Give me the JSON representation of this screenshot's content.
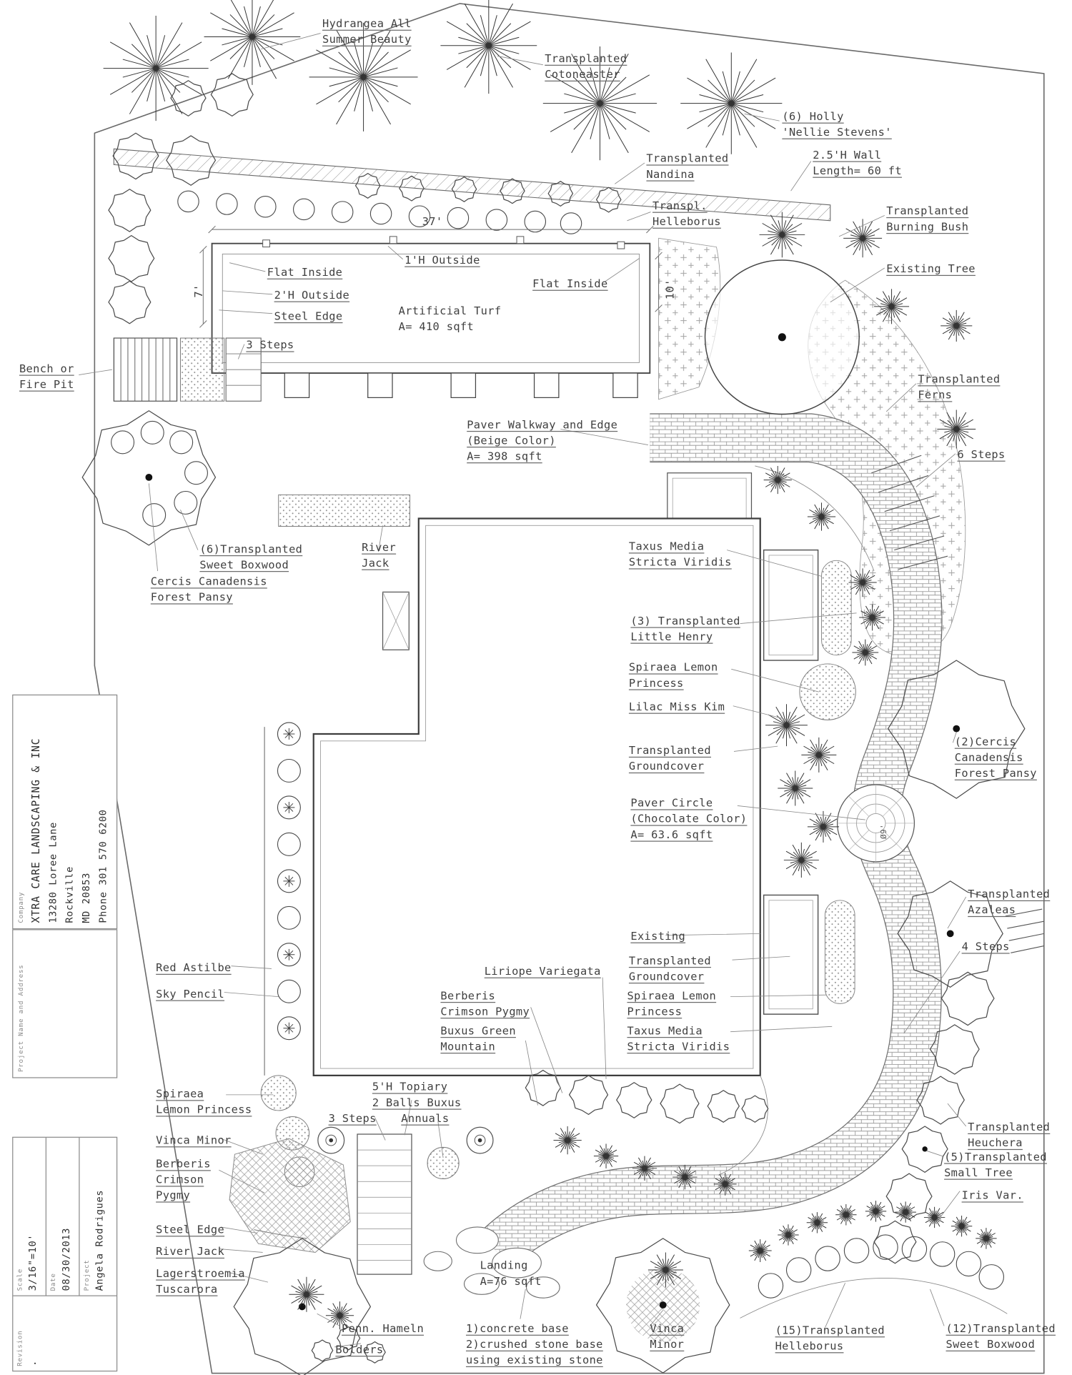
{
  "annotations": {
    "hydrangea": "Hydrangea All\nSummer Beauty",
    "cotoneaster": "Transplanted\nCotoneaster",
    "holly": "(6) Holly\n'Nellie Stevens'",
    "nandina": "Transplanted\nNandina",
    "wall": "2.5'H Wall\nLength= 60 ft",
    "helleborus_top": "Transpl.\nHelleborus",
    "burning_bush": "Transplanted\nBurning Bush",
    "existing_tree": "Existing Tree",
    "dim_37": "37'",
    "dim_7": "7'",
    "dim_10": "10'",
    "circle_dia": "Ø9'",
    "outside_1h": "1'H Outside",
    "flat_inside_left": "Flat Inside",
    "flat_inside_right": "Flat Inside",
    "outside_2h": "2'H Outside",
    "steel_edge_top": "Steel Edge",
    "steps3_top": "3 Steps",
    "turf": "Artificial Turf\nA=  410 sqft",
    "bench": "Bench or\nFire Pit",
    "ferns": "Transplanted\nFerns",
    "steps6": "6 Steps",
    "walkway": "Paver Walkway and Edge\n(Beige Color)\nA=  398 sqft",
    "boxwood6": "(6)Transplanted\nSweet Boxwood",
    "river_jack_top": "River\nJack",
    "cercis_left": "Cercis Canadensis\nForest Pansy",
    "taxus_top": "Taxus Media\nStricta Viridis",
    "little_henry": "(3) Transplanted\nLittle Henry",
    "spiraea_mid": "Spiraea Lemon\nPrincess",
    "lilac": "Lilac Miss Kim",
    "groundcover_mid": "Transplanted\nGroundcover",
    "cercis_right": "(2)Cercis\nCanadensis\nForest Pansy",
    "paver_circle": "Paver Circle\n(Chocolate Color)\nA=  63.6 sqft",
    "azaleas": "Transplanted\nAzaleas",
    "steps4": "4 Steps",
    "existing": "Existing",
    "groundcover_low": "Transplanted\nGroundcover",
    "spiraea_low": "Spiraea Lemon\nPrincess",
    "taxus_low": "Taxus Media\nStricta Viridis",
    "red_astilbe": "Red Astilbe",
    "sky_pencil": "Sky Pencil",
    "liriope": "Liriope Variegata",
    "berberis_mid": "Berberis\nCrimson Pygmy",
    "buxus": "Buxus Green\nMountain",
    "spiraea_left": "Spiraea\nLemon Princess",
    "topiary": "5'H Topiary\n2 Balls Buxus",
    "steps3_bottom": "3 Steps",
    "annuals": "Annuals",
    "vinca_left": "Vinca Minor",
    "berberis_left": "Berberis\nCrimson\nPygmy",
    "steel_edge_bottom": "Steel Edge",
    "river_jack_bottom": "River Jack",
    "lagerstroemia": "Lagerstroemia\nTuscarora",
    "landing": "Landing\nA=76 sqft",
    "penn_hameln": "Penn. Hameln",
    "bolders": "Bolders",
    "vinca_bottom": "Vinca\nMinor",
    "base_notes": "1)concrete base\n2)crushed stone base\nusing existing stone",
    "helleborus15": "(15)Transplanted\nHelleborus",
    "boxwood12": "(12)Transplanted\nSweet Boxwood",
    "heuchera": "Transplanted\nHeuchera",
    "small_tree5": "(5)Transplanted\nSmall Tree",
    "iris": "Iris Var."
  },
  "title_block": {
    "company_label": "Company",
    "company_name": "XTRA CARE LANDSCAPING & INC",
    "address_line1": "13280 Loree Lane",
    "address_line2": "Rockville",
    "address_line3": "MD 20853",
    "phone": "Phone 301 570 6200",
    "project_box_label": "Project Name and Address",
    "scale_label": "Scale",
    "scale_value": "3/16\"=10'",
    "date_label": "Date",
    "date_value": "08/30/2013",
    "project_label": "Project",
    "project_value": "Angela Rodrigues",
    "revision_label": "Revision",
    "revision_value": "."
  }
}
